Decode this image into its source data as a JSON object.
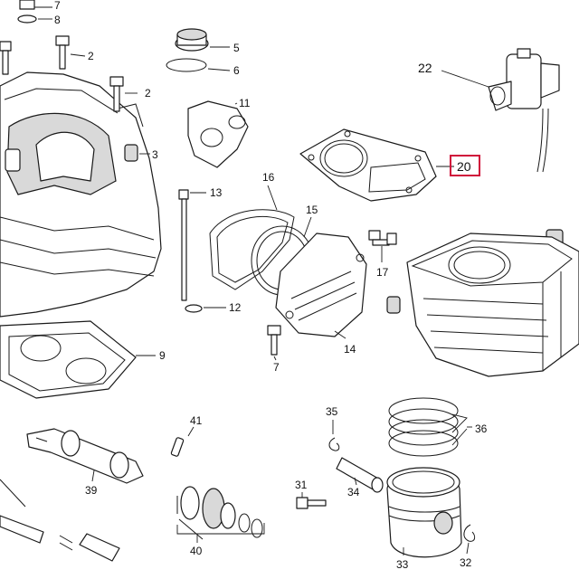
{
  "diagram": {
    "highlight_color": "#d0103a",
    "line_color": "#1a1a1a",
    "highlighted_callout": "20",
    "callouts": {
      "c7a": "7",
      "c8": "8",
      "c2a": "2",
      "c2b": "2",
      "c3": "3",
      "c5": "5",
      "c6": "6",
      "c11": "11",
      "c13": "13",
      "c22": "22",
      "c20": "20",
      "c16": "16",
      "c15": "15",
      "c17": "17",
      "c12": "12",
      "c9": "9",
      "c14": "14",
      "c7b": "7",
      "c35": "35",
      "c36": "36",
      "c41": "41",
      "c39": "39",
      "c31": "31",
      "c34": "34",
      "c40": "40",
      "c33": "33",
      "c32": "32"
    }
  }
}
